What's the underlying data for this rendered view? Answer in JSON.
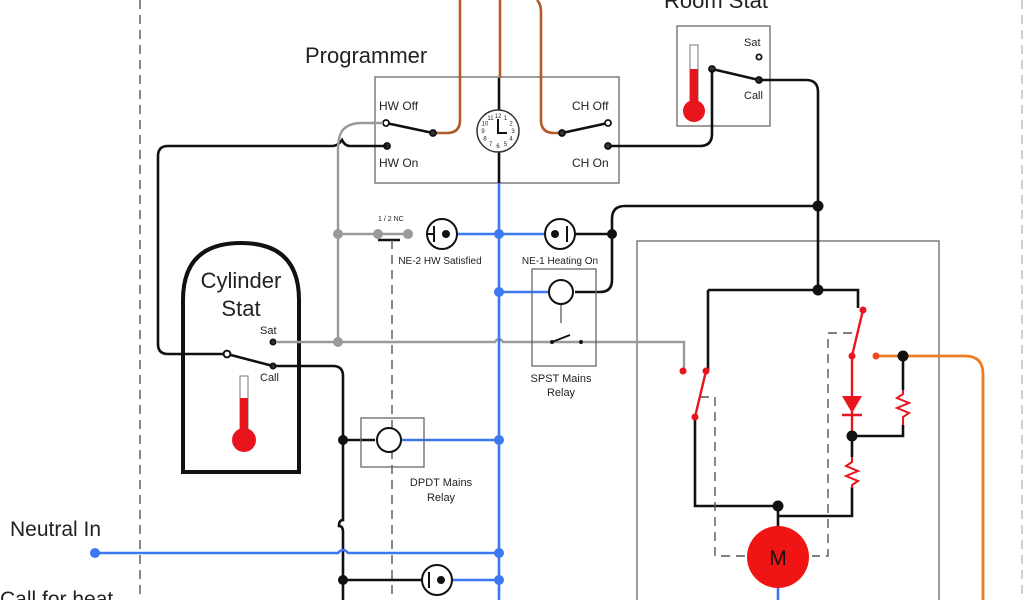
{
  "diagram": {
    "title": "Central heating wiring schematic",
    "components": {
      "programmer": {
        "label": "Programmer",
        "hw_off": "HW Off",
        "hw_on": "HW On",
        "ch_off": "CH Off",
        "ch_on": "CH On",
        "clock_numbers": [
          "12",
          "1",
          "2",
          "3",
          "4",
          "5",
          "6",
          "7",
          "8",
          "9",
          "10",
          "11"
        ]
      },
      "room_stat": {
        "label": "Room Stat",
        "sat": "Sat",
        "call": "Call"
      },
      "cylinder_stat": {
        "label_line1": "Cylinder",
        "label_line2": "Stat",
        "sat": "Sat",
        "call": "Call"
      },
      "ne2": {
        "label": "NE-2 HW Satisfied",
        "note": "1 / 2 NC"
      },
      "ne1": {
        "label": "NE-1 Heating On"
      },
      "spst_relay": {
        "label_line1": "SPST Mains",
        "label_line2": "Relay"
      },
      "dpdt_relay": {
        "label_line1": "DPDT Mains",
        "label_line2": "Relay"
      },
      "motor": {
        "label": "M"
      }
    },
    "terminals": {
      "neutral_in": "Neutral In",
      "call_for_heat": "Call for heat"
    },
    "colors": {
      "live": "#111111",
      "switched_grey": "#9a9a9a",
      "neutral": "#3b78f2",
      "programmer_feed": "#b25a2a",
      "orange_out": "#f07c22",
      "valve_internal": "#e8141e"
    }
  }
}
